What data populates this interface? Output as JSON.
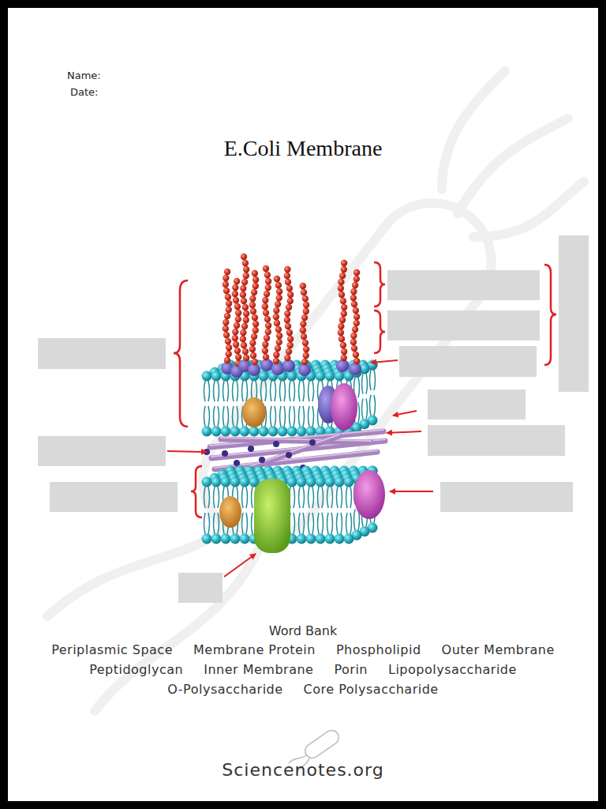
{
  "diagram": {
    "title": "E.Coli Membrane",
    "labels": [
      "Name:",
      "Date:",
      "Word Bank",
      "Periplasmic Space",
      "Membrane Protein",
      "Phospholipid",
      "Outer Membrane",
      "Peptidoglycan",
      "Inner Membrane",
      "Porin",
      "Lipopolysaccharide",
      "O-Polysaccharide",
      "Core Polysaccharide",
      "Sciencenotes.org"
    ]
  }
}
